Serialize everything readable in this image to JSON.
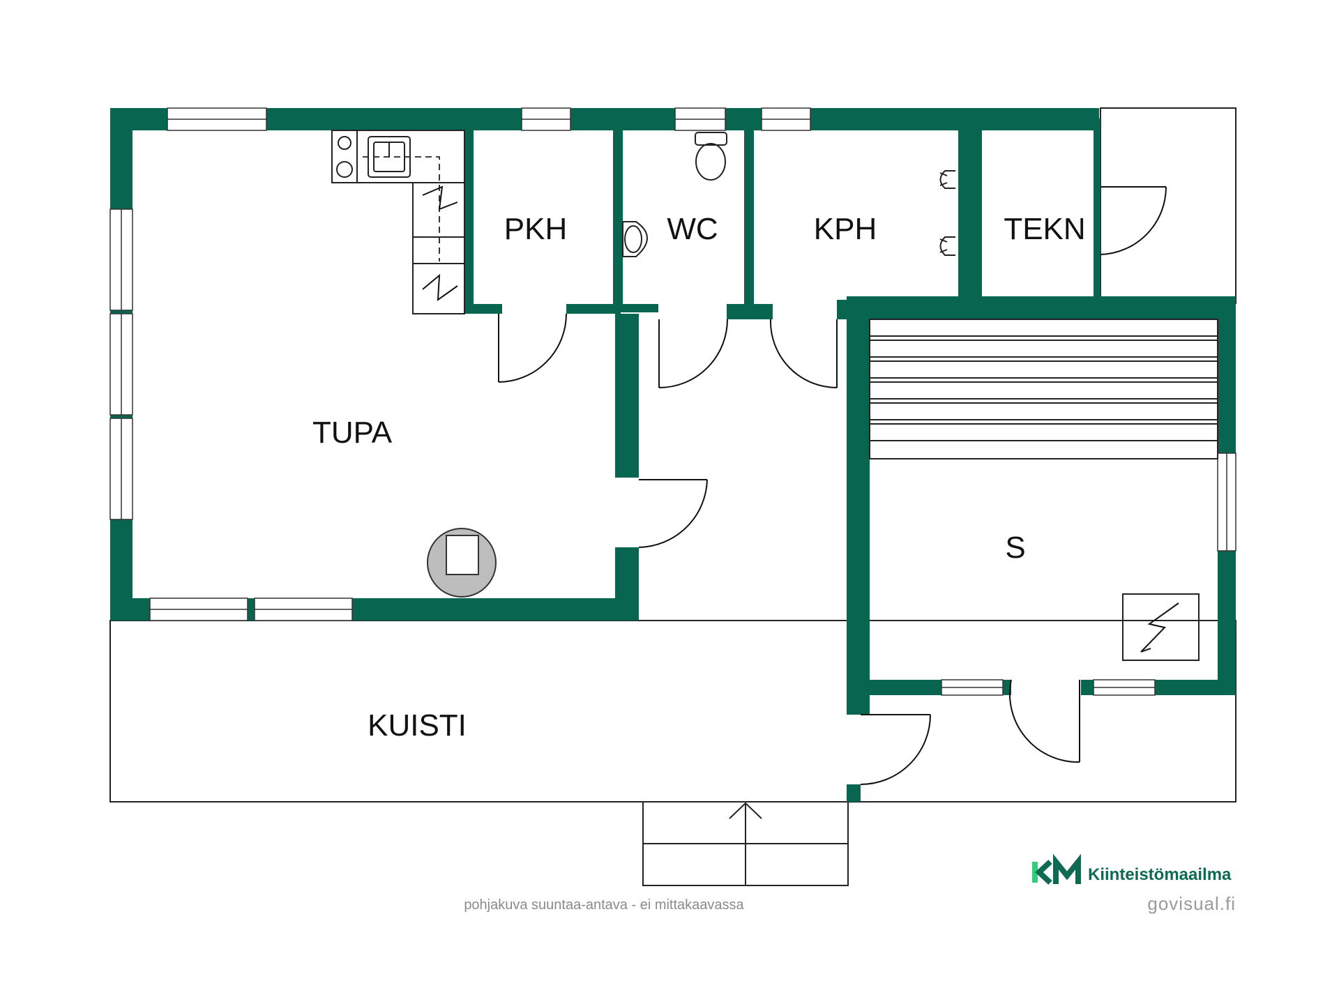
{
  "rooms": {
    "tupa": "TUPA",
    "pkh": "PKH",
    "wc": "WC",
    "kph": "KPH",
    "tekn": "TEKN",
    "sauna": "S",
    "kuisti": "KUISTI"
  },
  "footer": {
    "disclaimer": "pohjakuva suuntaa-antava - ei mittakaavassa",
    "brand_mark": "KM",
    "brand_name": "Kiinteistömaailma",
    "site": "govisual.fi"
  },
  "colors": {
    "wall": "#086650",
    "brand_green_dark": "#0e6a52",
    "brand_green_light": "#2fd07a"
  },
  "icons": [
    "sink-icon",
    "stove-icon",
    "electric-icon",
    "toilet-icon",
    "washbasin-icon",
    "shower-icon",
    "fireplace-icon",
    "sauna-heater-icon",
    "entrance-arrow-icon"
  ]
}
